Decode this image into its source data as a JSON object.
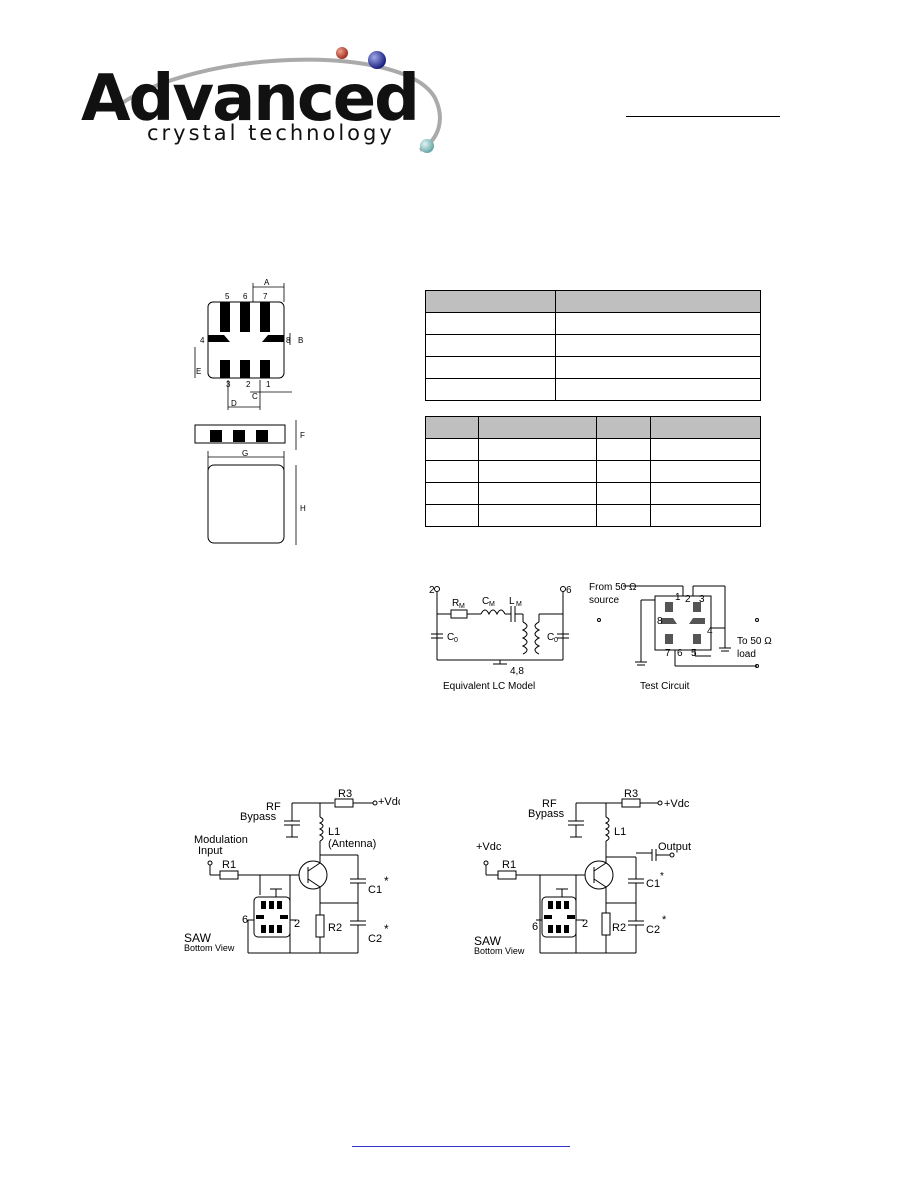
{
  "logo": {
    "word": "Advanced",
    "tagline": "crystal technology"
  },
  "package": {
    "pin_labels": [
      "5",
      "6",
      "7",
      "4",
      "8",
      "3",
      "2",
      "1"
    ],
    "dim_labels": [
      "A",
      "B",
      "C",
      "D",
      "E",
      "F",
      "G",
      "H"
    ]
  },
  "tables": {
    "top_rows": 5,
    "bottom_rows": 5
  },
  "lc_model": {
    "pin_left": "2",
    "pin_right": "6",
    "rm": "R",
    "rm_sub": "M",
    "cm": "C",
    "cm_sub": "M",
    "lm": "L",
    "lm_sub": "M",
    "c0_left": "C",
    "c0_left_sub": "0",
    "c0_right": "C",
    "c0_right_sub": "0",
    "ground_pins": "4,8",
    "caption": "Equivalent  LC  Model"
  },
  "test_circuit": {
    "source_line1": "From 50 Ω",
    "source_line2": "source",
    "load_line1": "To 50 Ω",
    "load_line2": "load",
    "pins": [
      "1",
      "2",
      "3",
      "8",
      "4",
      "7",
      "6",
      "5"
    ],
    "caption": "Test    Circuit"
  },
  "tx_circuit": {
    "rf_bypass_1": "RF",
    "rf_bypass_2": "Bypass",
    "r3": "R3",
    "vdc": "+Vdc",
    "l1": "L1",
    "antenna": "(Antenna)",
    "modulation_1": "Modulation",
    "modulation_2": "Input",
    "r1": "R1",
    "c1": "C1",
    "c2": "C2",
    "r2": "R2",
    "saw": "SAW",
    "bottom_view": "Bottom View",
    "pin6": "6",
    "pin2": "2",
    "star": "*"
  },
  "osc_circuit": {
    "rf_bypass_1": "RF",
    "rf_bypass_2": "Bypass",
    "r3": "R3",
    "vdc_top": "+Vdc",
    "vdc_left": "+Vdc",
    "l1": "L1",
    "output": "Output",
    "r1": "R1",
    "c1": "C1",
    "c2": "C2",
    "r2": "R2",
    "saw": "SAW",
    "bottom_view": "Bottom View",
    "pin6": "6",
    "pin2": "2",
    "star": "*"
  }
}
